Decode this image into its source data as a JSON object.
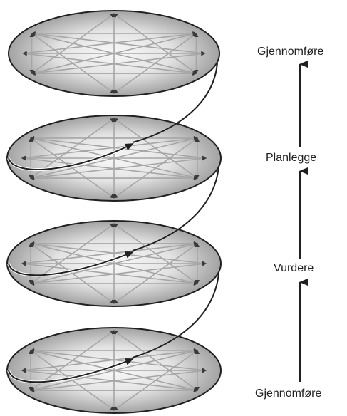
{
  "steps": {
    "top": "Gjennomføre",
    "second": "Planlegge",
    "third": "Vurdere",
    "bottom": "Gjennomføre"
  },
  "colors": {
    "ink": "#231f20",
    "disc_center": "#f8f8f8",
    "disc_edge": "#a3a3a3",
    "star_lines": "#a6a6a6",
    "arrowheads": "#3a3a3a"
  }
}
